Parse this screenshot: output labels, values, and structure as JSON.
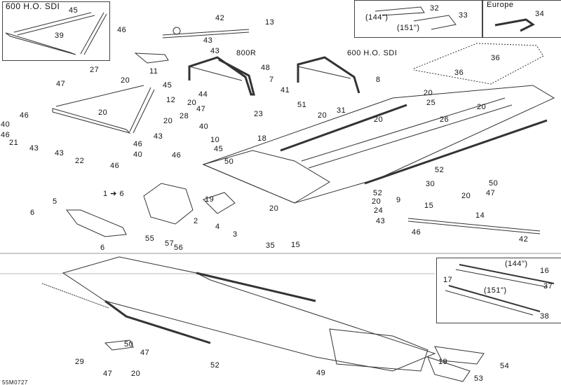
{
  "diagram": {
    "code": "55M0727",
    "insets": {
      "top_left": {
        "title": "600 H.O. SDI",
        "callouts": [
          "45",
          "39"
        ]
      },
      "top_right": {
        "callouts": [
          "32",
          "(144\")",
          "33",
          "(151\")"
        ]
      },
      "europe": {
        "title": "Europe",
        "callouts": [
          "34"
        ]
      },
      "rails": {
        "callouts": [
          "(144\")",
          "16",
          "17",
          "37",
          "(151\")",
          "38"
        ]
      }
    },
    "variant_labels": {
      "r800": "800R",
      "sdi600": "600 H.O. SDI"
    },
    "callouts_top": [
      "46",
      "42",
      "13",
      "43",
      "11",
      "43",
      "48",
      "7",
      "45",
      "44",
      "41",
      "27",
      "47",
      "20",
      "12",
      "20",
      "47",
      "28",
      "20",
      "20",
      "46",
      "40",
      "46",
      "21",
      "43",
      "43",
      "22",
      "46",
      "40",
      "46",
      "40",
      "43",
      "10",
      "45",
      "46",
      "50",
      "18",
      "23",
      "1 ➔ 6",
      "5",
      "6",
      "19",
      "20",
      "2",
      "4",
      "3",
      "55",
      "57",
      "56",
      "6",
      "35",
      "15",
      "8",
      "36",
      "36",
      "20",
      "25",
      "20",
      "26",
      "51",
      "31",
      "20",
      "20",
      "52",
      "30",
      "50",
      "52",
      "20",
      "47",
      "20",
      "9",
      "15",
      "24",
      "43",
      "14",
      "46",
      "42"
    ],
    "callouts_bottom": [
      "52",
      "50",
      "47",
      "29",
      "47",
      "20",
      "49",
      "19",
      "54",
      "53"
    ]
  }
}
